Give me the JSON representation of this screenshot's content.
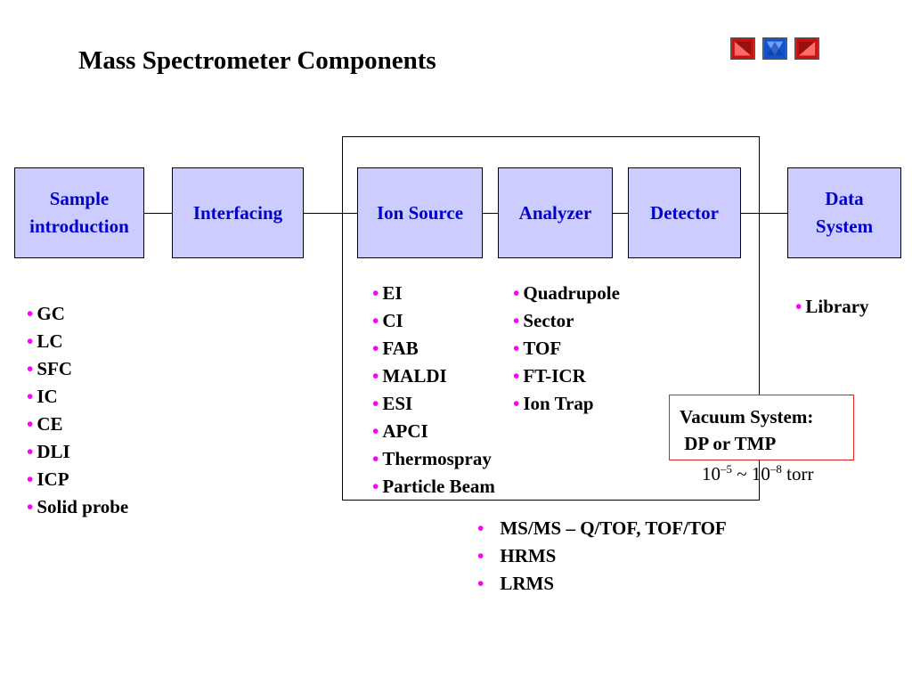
{
  "slide": {
    "title": "Mass Spectrometer Components",
    "nav_buttons": [
      {
        "icon": "back-arrow-icon",
        "color": "#cc1111"
      },
      {
        "icon": "home-icon",
        "color": "#1155cc"
      },
      {
        "icon": "forward-arrow-icon",
        "color": "#cc1111"
      }
    ]
  },
  "colors": {
    "box_fill": "#ccccff",
    "box_text": "#0000cc",
    "bullet": "#ff00ff",
    "vacuum_border": "#e02020"
  },
  "components": [
    {
      "label": "Sample\nintroduction"
    },
    {
      "label": "Interfacing"
    },
    {
      "label": "Ion Source"
    },
    {
      "label": "Analyzer"
    },
    {
      "label": "Detector"
    },
    {
      "label": "Data\nSystem"
    }
  ],
  "lists": {
    "sample_introduction": [
      "GC",
      "LC",
      "SFC",
      "IC",
      "CE",
      "DLI",
      "ICP",
      "Solid probe"
    ],
    "ion_source": [
      "EI",
      "CI",
      "FAB",
      "MALDI",
      "ESI",
      "APCI",
      "Thermospray",
      "Particle Beam"
    ],
    "analyzer": [
      "Quadrupole",
      "Sector",
      "TOF",
      "FT-ICR",
      "Ion Trap"
    ],
    "data_system": [
      "Library"
    ],
    "ms_types": [
      "MS/MS – Q/TOF, TOF/TOF",
      "HRMS",
      "LRMS"
    ]
  },
  "bullet_glyph": "•",
  "vacuum": {
    "line1": "Vacuum System:",
    "line2": " DP or TMP"
  },
  "pressure": {
    "base1": "10",
    "exp1": "–5",
    "sep": " ~ 10",
    "exp2": "–8",
    "unit": " torr"
  }
}
